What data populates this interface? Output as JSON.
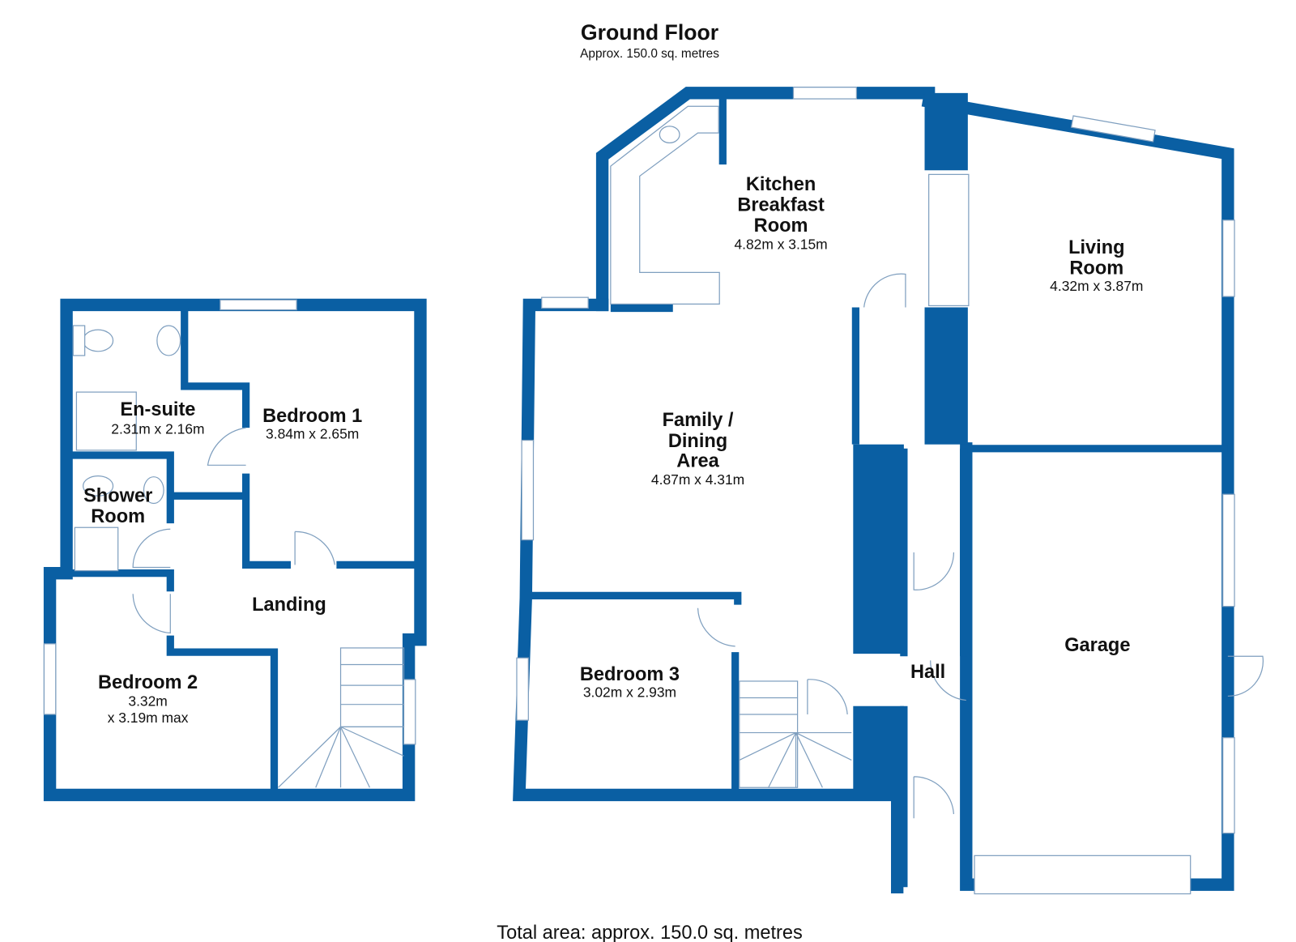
{
  "header": {
    "title": "Ground Floor",
    "subtitle": "Approx. 150.0 sq. metres"
  },
  "footer": {
    "total": "Total area: approx. 150.0 sq. metres"
  },
  "colors": {
    "wall": "#0a5fa3",
    "fixture": "#7f9fbf"
  },
  "first_floor": {
    "ensuite": {
      "name": "En-suite",
      "dims": "2.31m x 2.16m"
    },
    "bedroom1": {
      "name": "Bedroom 1",
      "dims": "3.84m x 2.65m"
    },
    "shower": {
      "name1": "Shower",
      "name2": "Room"
    },
    "landing": {
      "name": "Landing"
    },
    "bedroom2": {
      "name": "Bedroom 2",
      "dims1": "3.32m",
      "dims2": "x 3.19m max"
    }
  },
  "ground_floor": {
    "kitchen": {
      "name1": "Kitchen",
      "name2": "Breakfast",
      "name3": "Room",
      "dims": "4.82m x 3.15m"
    },
    "living": {
      "name1": "Living",
      "name2": "Room",
      "dims": "4.32m x 3.87m"
    },
    "family": {
      "name1": "Family /",
      "name2": "Dining",
      "name3": "Area",
      "dims": "4.87m x 4.31m"
    },
    "bedroom3": {
      "name": "Bedroom 3",
      "dims": "3.02m x 2.93m"
    },
    "hall": {
      "name": "Hall"
    },
    "garage": {
      "name": "Garage"
    }
  }
}
